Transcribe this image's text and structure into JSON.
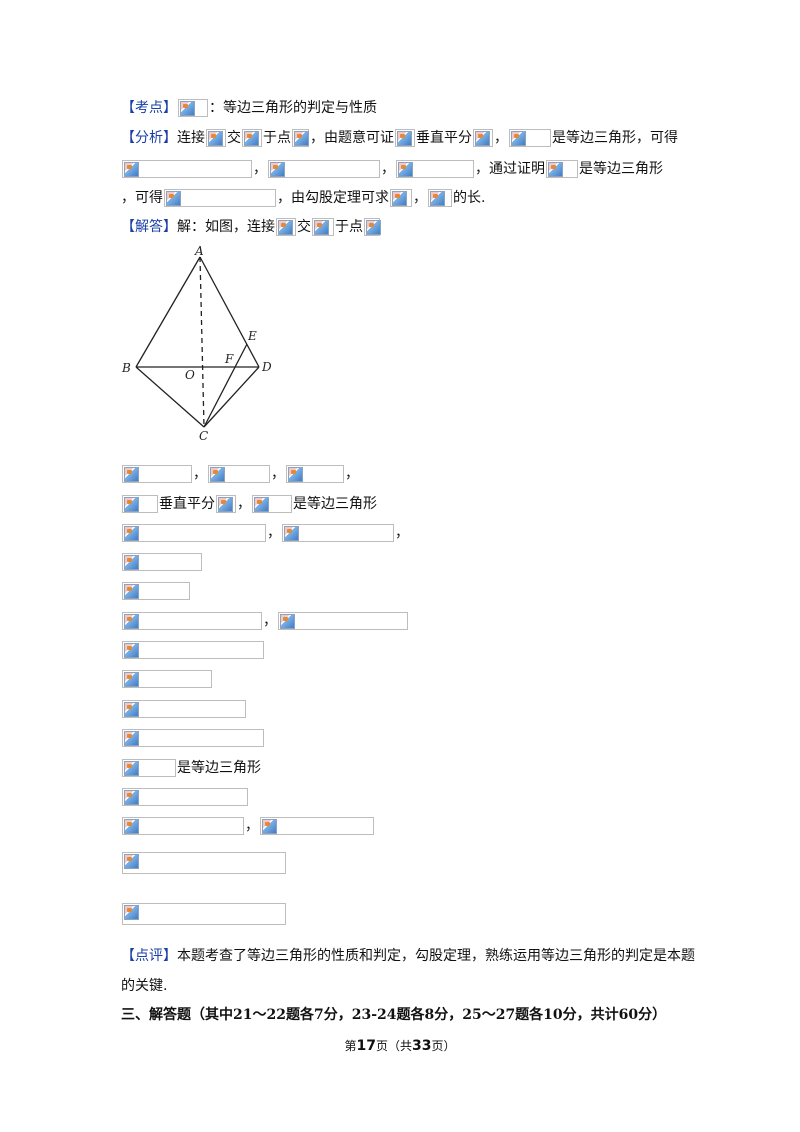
{
  "kaodian": {
    "tag": "【考点】",
    "text": "：等边三角形的判定与性质"
  },
  "fenxi": {
    "tag": "【分析】",
    "t1": "连接",
    "t2": "交",
    "t3": "于点",
    "t4": "，由题意可证",
    "t5": "垂直平分",
    "t6": "，",
    "t7": "是等边三角形，可得",
    "t8": "，",
    "t9": "，",
    "t10": "，通过证明",
    "t11": "是等边三角形",
    "t12": "，可得",
    "t13": "，由勾股定理可求",
    "t14": "，",
    "t15": "的长."
  },
  "jieda": {
    "tag": "【解答】",
    "t1": "解：如图，连接",
    "t2": "交",
    "t3": "于点"
  },
  "diagram": {
    "A": "A",
    "B": "B",
    "C": "C",
    "D": "D",
    "E": "E",
    "F": "F",
    "O": "O"
  },
  "steps": {
    "comma": "，",
    "s2": "垂直平分",
    "s2b": "是等边三角形",
    "s12": "是等边三角形"
  },
  "dianping": {
    "tag": "【点评】",
    "text": "本题考查了等边三角形的性质和判定，勾股定理，熟练运用等边三角形的判定是本题",
    "text2": "的关键."
  },
  "section": {
    "heading": "三、解答题（其中21～22题各7分，23-24题各8分，25～27题各10分，共计60分）"
  },
  "footer": {
    "pre": "第",
    "page": "17",
    "mid": "页（共",
    "total": "33",
    "post": "页）"
  }
}
